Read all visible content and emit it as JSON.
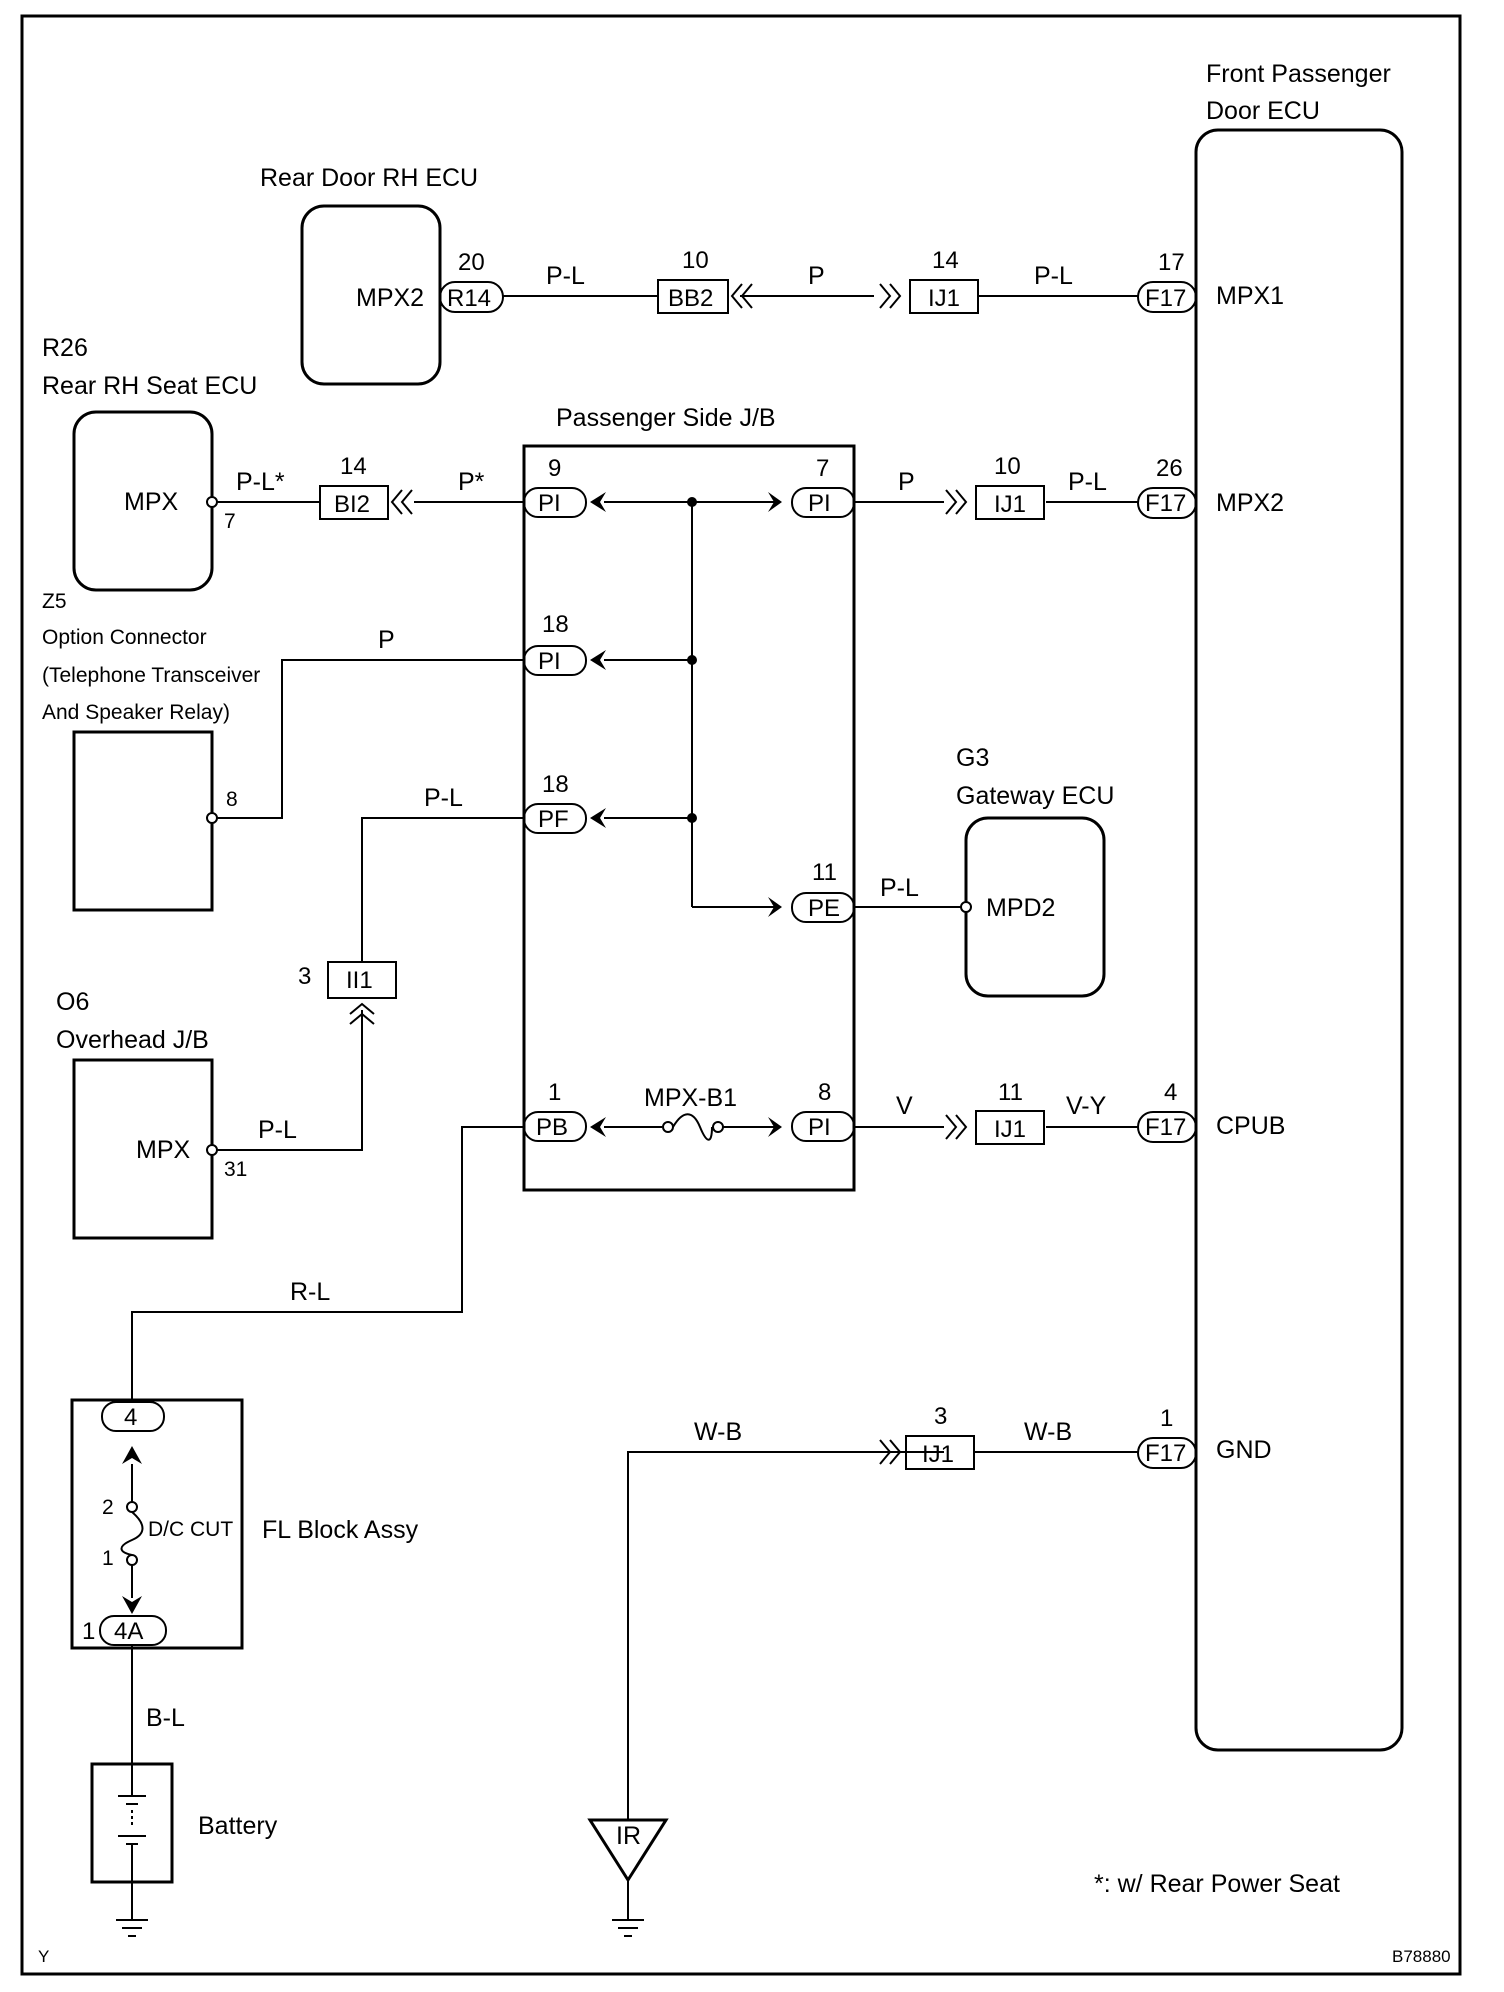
{
  "components": {
    "front_passenger_door_ecu": {
      "line1": "Front  Passenger",
      "line2": "Door ECU",
      "pins": [
        "MPX1",
        "MPX2",
        "CPUB",
        "GND"
      ]
    },
    "rear_door_rh_ecu": {
      "title": "Rear Door RH ECU",
      "pin": "MPX2"
    },
    "rear_rh_seat_ecu": {
      "code": "R26",
      "title": "Rear RH Seat ECU",
      "pin": "MPX",
      "pin_no": "7"
    },
    "option_connector": {
      "code": "Z5",
      "line1": "Option Connector",
      "line2": "(Telephone Transceiver",
      "line3": "And Speaker Relay)",
      "pin_no": "8"
    },
    "overhead_jb": {
      "code": "O6",
      "title": "Overhead J/B",
      "pin": "MPX",
      "pin_no": "31"
    },
    "passenger_side_jb": {
      "title": "Passenger Side J/B",
      "fuse": "MPX-B1"
    },
    "gateway_ecu": {
      "code": "G3",
      "title": "Gateway ECU",
      "pin": "MPD2"
    },
    "fl_block_assy": {
      "title": "FL Block Assy",
      "fuse": "D/C CUT",
      "top_conn": "4",
      "bottom_conn": "4A",
      "bottom_pin": "1",
      "fuse_pin_top": "2",
      "fuse_pin_bottom": "1"
    },
    "battery": {
      "title": "Battery"
    },
    "ground": {
      "label": "IR"
    }
  },
  "connectors": {
    "r14": {
      "name": "R14",
      "pin": "20"
    },
    "bb2": {
      "name": "BB2",
      "pin": "10"
    },
    "ij1_a": {
      "name": "IJ1",
      "pin": "14"
    },
    "f17_a": {
      "name": "F17",
      "pin": "17"
    },
    "bi2": {
      "name": "BI2",
      "pin": "14"
    },
    "pi_9": {
      "name": "PI",
      "pin": "9"
    },
    "pi_7": {
      "name": "PI",
      "pin": "7"
    },
    "ij1_b": {
      "name": "IJ1",
      "pin": "10"
    },
    "f17_b": {
      "name": "F17",
      "pin": "26"
    },
    "pi_18": {
      "name": "PI",
      "pin": "18"
    },
    "pf_18": {
      "name": "PF",
      "pin": "18"
    },
    "pe_11": {
      "name": "PE",
      "pin": "11"
    },
    "ii1": {
      "name": "II1",
      "pin": "3"
    },
    "pb_1": {
      "name": "PB",
      "pin": "1"
    },
    "pi_8": {
      "name": "PI",
      "pin": "8"
    },
    "ij1_c": {
      "name": "IJ1",
      "pin": "11"
    },
    "f17_c": {
      "name": "F17",
      "pin": "4"
    },
    "ij1_d": {
      "name": "IJ1",
      "pin": "3"
    },
    "f17_d": {
      "name": "F17",
      "pin": "1"
    }
  },
  "wire_colors": {
    "w1": "P-L",
    "w2": "P",
    "w3": "P-L",
    "w4": "P-L*",
    "w5": "P*",
    "w6": "P",
    "w7": "P-L",
    "w8": "P",
    "w9": "P-L",
    "w10": "P-L",
    "w11": "P-L",
    "w12": "V",
    "w13": "V-Y",
    "w14": "R-L",
    "w15": "W-B",
    "w16": "W-B",
    "w17": "B-L"
  },
  "footnote": "*: w/ Rear Power Seat",
  "corner_left": "Y",
  "corner_right": "B78880"
}
